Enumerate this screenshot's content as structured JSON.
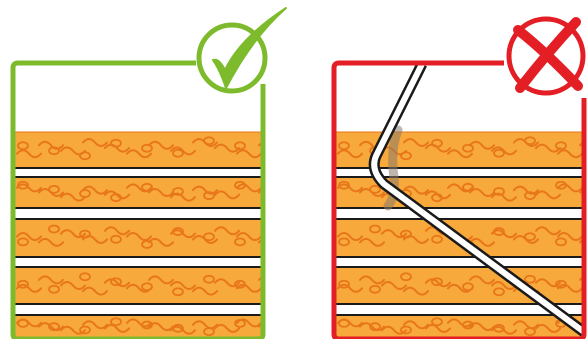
{
  "panels": [
    {
      "id": "correct",
      "verdict_icon": "checkmark-icon",
      "frame_color": "#7dbb2d",
      "has_tube": false
    },
    {
      "id": "incorrect",
      "verdict_icon": "cross-icon",
      "frame_color": "#e31e24",
      "has_tube": true
    }
  ],
  "colors": {
    "layer_fill": "#f7a93b",
    "layer_pattern": "#e8761a",
    "separator": "#ffffff",
    "outline": "#1a1a1a",
    "shadow": "#8a7a6a"
  },
  "layers": {
    "count": 5,
    "separators": 4
  }
}
